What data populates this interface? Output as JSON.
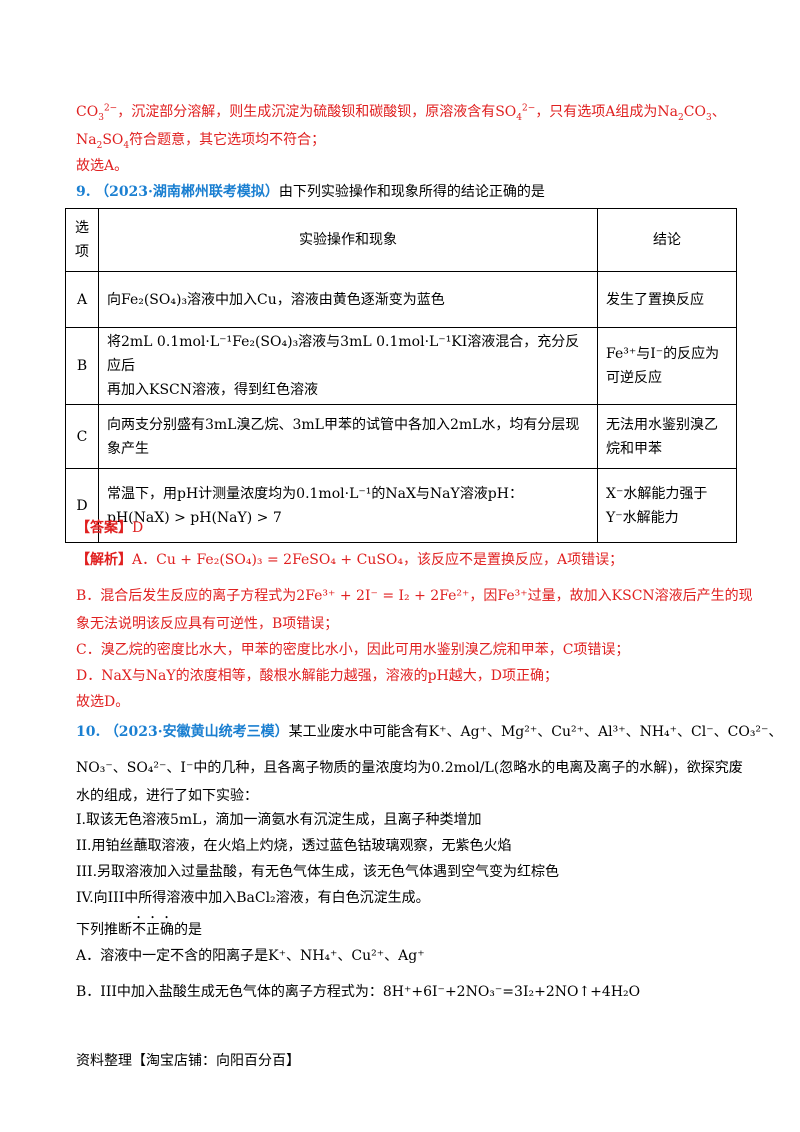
{
  "intro": {
    "line1_a": "CO",
    "line1_a_sub": "3",
    "line1_a_sup": "2−",
    "line1_b": "，沉淀部分溶解，则生成沉淀为硫酸钡和碳酸钡，原溶液含有SO",
    "line1_b_sub": "4",
    "line1_b_sup": "2−",
    "line1_c": "，只有选项A组成为Na",
    "line1_c_sub": "2",
    "line1_d": "CO",
    "line1_d_sub": "3",
    "line1_e": "、",
    "line2_a": "Na",
    "line2_a_sub": "2",
    "line2_b": "SO",
    "line2_b_sub": "4",
    "line2_c": "符合题意，其它选项均不符合；",
    "line3": "故选A。"
  },
  "q9": {
    "number": "9.",
    "source": "（2023·湖南郴州联考模拟）",
    "stem": "由下列实验操作和现象所得的结论正确的是",
    "header": {
      "col0_top": "选",
      "col0_bottom": "项",
      "col1": "实验操作和现象",
      "col2": "结论"
    },
    "rows": [
      {
        "opt": "A",
        "op_lines": [
          "向Fe₂(SO₄)₃溶液中加入Cu，溶液由黄色逐渐变为蓝色"
        ],
        "concl_lines": [
          "发生了置换反应"
        ]
      },
      {
        "opt": "B",
        "op_lines": [
          "将2mL 0.1mol·L⁻¹Fe₂(SO₄)₃溶液与3mL 0.1mol·L⁻¹KI溶液混合，充分反应后",
          "再加入KSCN溶液，得到红色溶液"
        ],
        "concl_lines": [
          "Fe³⁺与I⁻的反应为",
          "可逆反应"
        ]
      },
      {
        "opt": "C",
        "op_lines": [
          "向两支分别盛有3mL溴乙烷、3mL甲苯的试管中各加入2mL水，均有分层现",
          "象产生"
        ],
        "concl_lines": [
          "无法用水鉴别溴乙",
          "烷和甲苯"
        ]
      },
      {
        "opt": "D",
        "op_lines": [
          "常温下，用pH计测量浓度均为0.1mol·L⁻¹的NaX与NaY溶液pH：",
          "pH(NaX) > pH(NaY) > 7"
        ],
        "concl_lines": [
          "X⁻水解能力强于",
          "Y⁻水解能力"
        ]
      }
    ],
    "answer_label": "【答案】",
    "answer_value": "D",
    "analysis_label": "【解析】",
    "analysis_lines": [
      "A．Cu + Fe₂(SO₄)₃ = 2FeSO₄ + CuSO₄，该反应不是置换反应，A项错误；",
      "B．混合后发生反应的离子方程式为2Fe³⁺ + 2I⁻ = I₂ + 2Fe²⁺，因Fe³⁺过量，故加入KSCN溶液后产生的现",
      "象无法说明该反应具有可逆性，B项错误；",
      "C．溴乙烷的密度比水大，甲苯的密度比水小，因此可用水鉴别溴乙烷和甲苯，C项错误；",
      "D．NaX与NaY的浓度相等，酸根水解能力越强，溶液的pH越大，D项正确；",
      "故选D。"
    ]
  },
  "q10": {
    "number": "10.",
    "source": "（2023·安徽黄山统考三模）",
    "stem_line1": "某工业废水中可能含有K⁺、Ag⁺、Mg²⁺、Cu²⁺、Al³⁺、NH₄⁺、Cl⁻、CO₃²⁻、",
    "stem_line2": "NO₃⁻、SO₄²⁻、I⁻中的几种，且各离子物质的量浓度均为0.2mol/L(忽略水的电离及离子的水解)，欲探究废",
    "stem_line3": "水的组成，进行了如下实验：",
    "steps": [
      "I.取该无色溶液5mL，滴加一滴氨水有沉淀生成，且离子种类增加",
      "II.用铂丝蘸取溶液，在火焰上灼烧，透过蓝色钴玻璃观察，无紫色火焰",
      "III.另取溶液加入过量盐酸，有无色气体生成，该无色气体遇到空气变为红棕色",
      "IV.向III中所得溶液中加入BaCl₂溶液，有白色沉淀生成。"
    ],
    "prompt_a": "下列推断",
    "prompt_dot": "不正确",
    "prompt_b": "的是",
    "options": [
      "A．溶液中一定不含的阳离子是K⁺、NH₄⁺、Cu²⁺、Ag⁺",
      "B．III中加入盐酸生成无色气体的离子方程式为：8H⁺+6I⁻+2NO₃⁻=3I₂+2NO↑+4H₂O"
    ]
  },
  "footer": "资料整理【淘宝店铺：向阳百分百】"
}
